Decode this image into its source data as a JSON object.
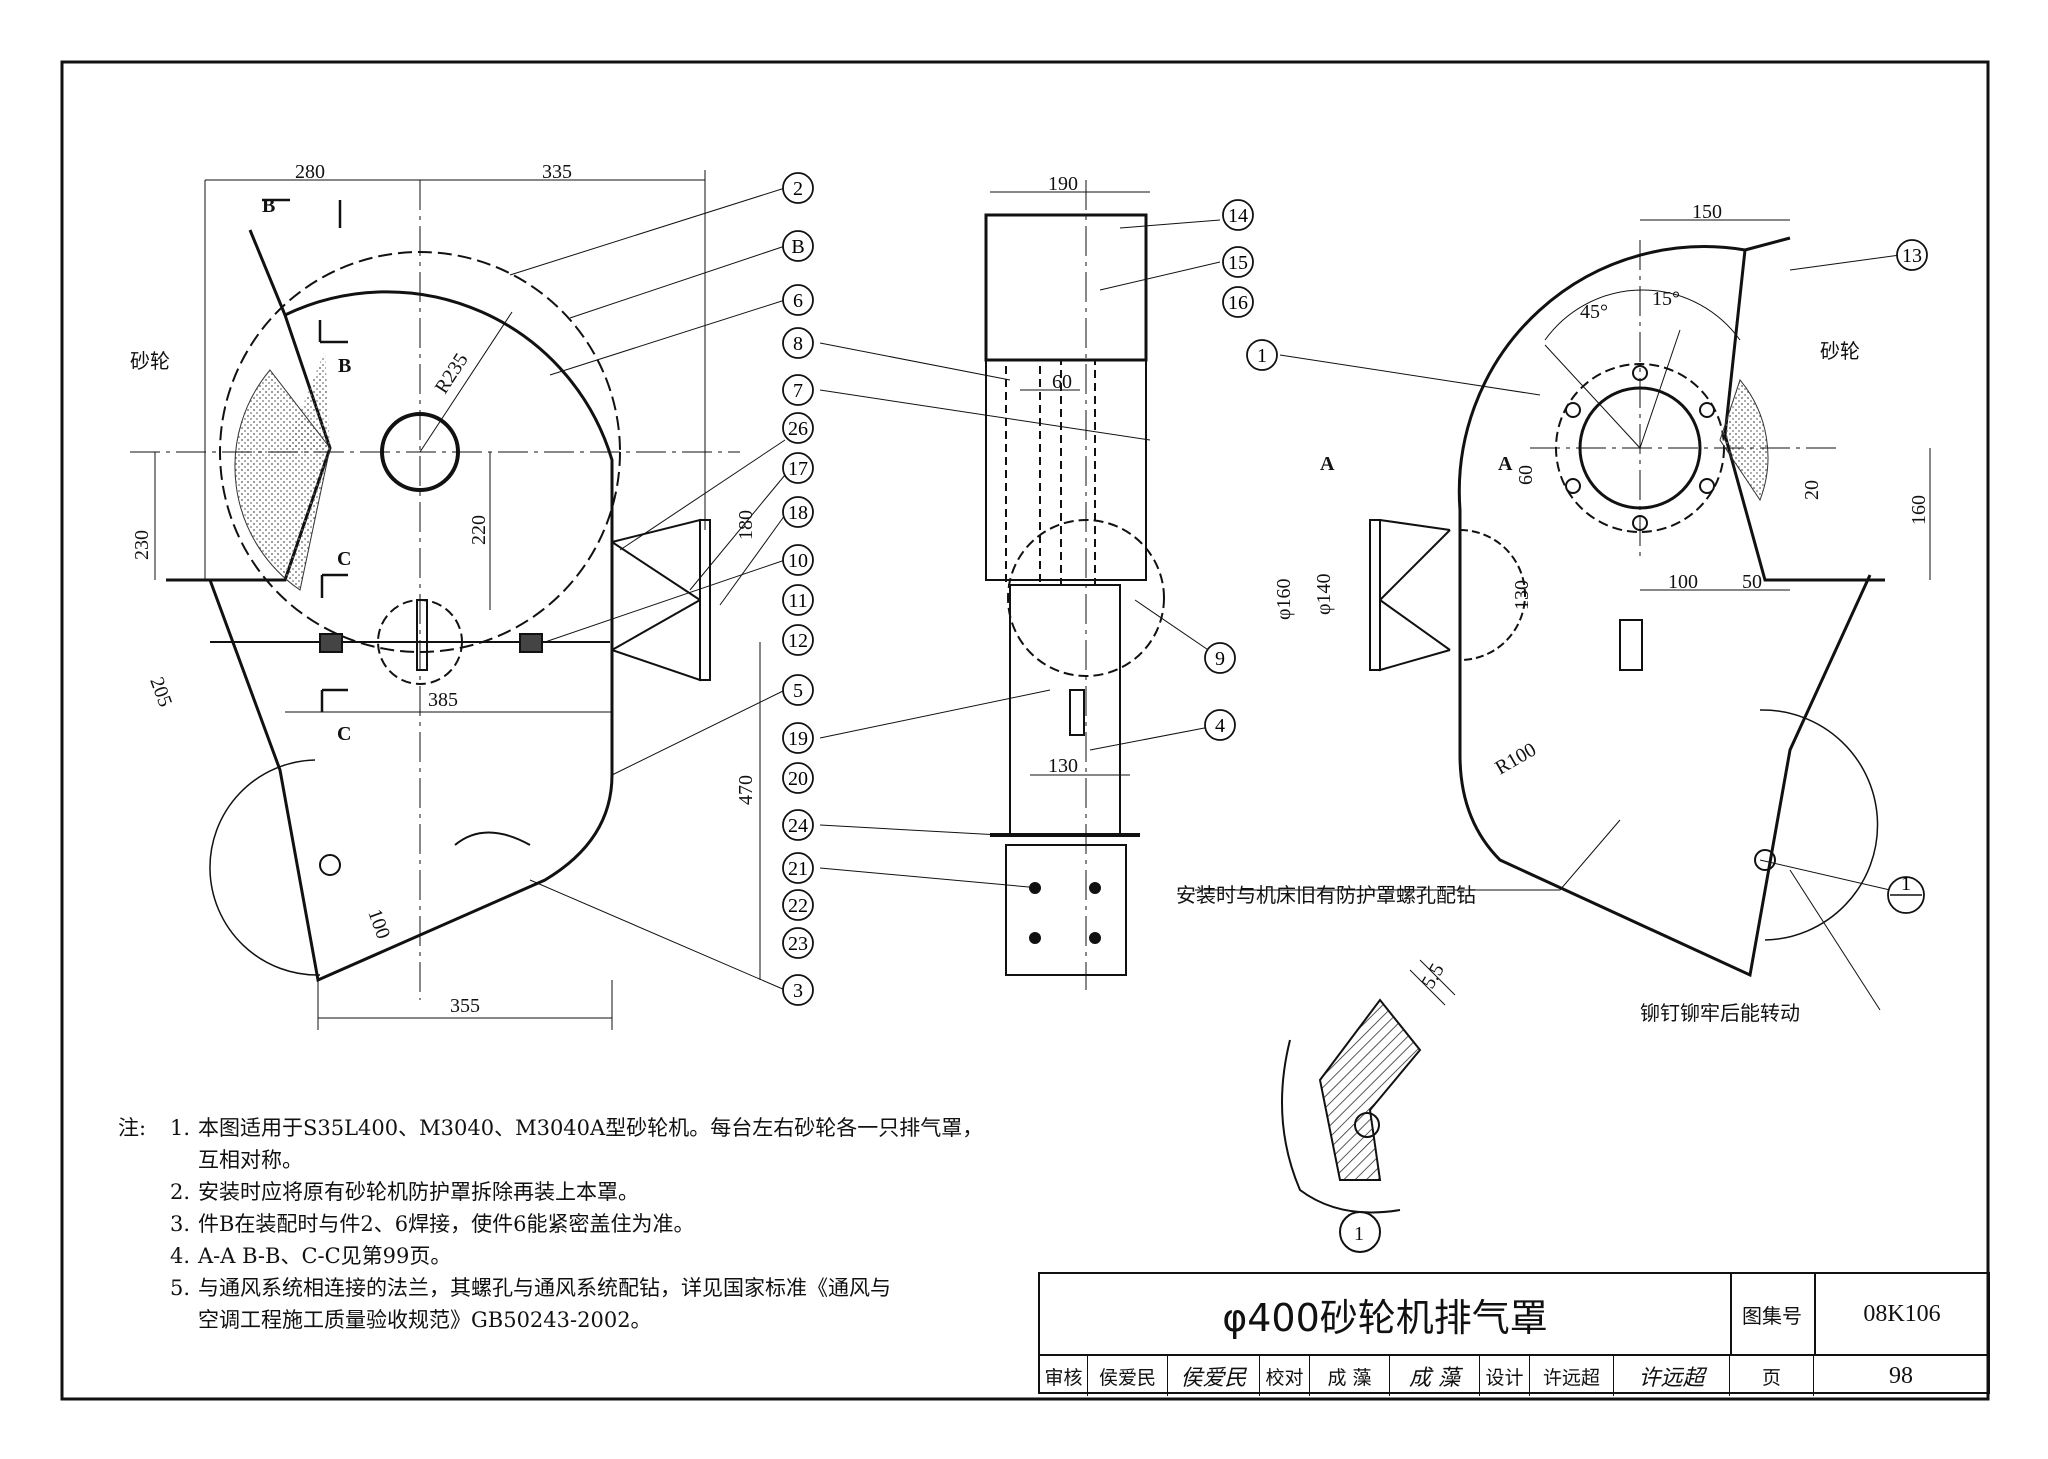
{
  "drawing": {
    "dims": {
      "d280": "280",
      "d335": "335",
      "d230": "230",
      "d220": "220",
      "d205": "205",
      "d385": "385",
      "d470": "470",
      "d180": "180",
      "d100": "100",
      "d355": "355",
      "d190": "190",
      "d60": "60",
      "d130": "130",
      "d150": "150",
      "r235": "R235",
      "r100": "R100",
      "a45": "45°",
      "a15": "15°",
      "d60b": "60",
      "d20": "20",
      "d160": "160",
      "d100b": "100",
      "d50": "50",
      "phi160": "φ160",
      "phi140": "φ140",
      "d130b": "130",
      "d55": "5.5"
    },
    "section_marks": {
      "a": "A",
      "b": "B",
      "c": "C"
    },
    "wheel_label": "砂轮",
    "callouts": [
      "2",
      "B",
      "6",
      "8",
      "7",
      "26",
      "17",
      "18",
      "10",
      "11",
      "12",
      "5",
      "19",
      "20",
      "24",
      "21",
      "22",
      "23",
      "3",
      "14",
      "15",
      "16",
      "9",
      "4",
      "1",
      "13"
    ],
    "detail_label": "1",
    "note_drill": "安装时与机床旧有防护罩螺孔配钻",
    "note_rivet": "铆钉铆牢后能转动"
  },
  "notes": {
    "label": "注:",
    "items": [
      {
        "num": "1.",
        "text": "本图适用于S35L400、M3040、M3040A型砂轮机。每台左右砂轮各一只排气罩，",
        "cont": "互相对称。"
      },
      {
        "num": "2.",
        "text": "安装时应将原有砂轮机防护罩拆除再装上本罩。"
      },
      {
        "num": "3.",
        "text": "件B在装配时与件2、6焊接，使件6能紧密盖住为准。"
      },
      {
        "num": "4.",
        "text": "A-A B-B、C-C见第99页。"
      },
      {
        "num": "5.",
        "text": "与通风系统相连接的法兰，其螺孔与通风系统配钻，详见国家标准《通风与",
        "cont": "空调工程施工质量验收规范》GB50243-2002。"
      }
    ]
  },
  "title_block": {
    "title": "φ400砂轮机排气罩",
    "atlas_label": "图集号",
    "atlas_no": "08K106",
    "review_label": "审核",
    "reviewer": "侯爱民",
    "reviewer_sig": "侯爱民",
    "check_label": "校对",
    "checker": "成 藻",
    "checker_sig": "成 藻",
    "design_label": "设计",
    "designer": "许远超",
    "designer_sig": "许远超",
    "page_label": "页",
    "page_no": "98"
  }
}
